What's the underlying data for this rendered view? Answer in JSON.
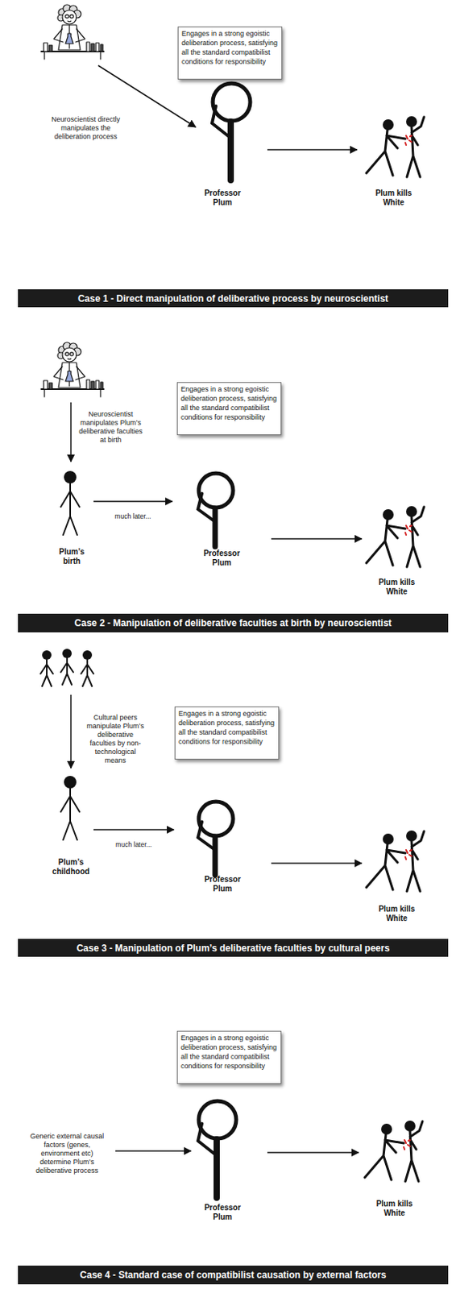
{
  "diagram": {
    "nodes": [
      {
        "text": [
          "Engages in a strong egoistic deliberation process, satisfying all the standard compatibilist conditions for responsibility"
        ]
      },
      {
        "text": [
          "Professor Plum"
        ]
      },
      {
        "text": [
          "Plum kills White"
        ]
      },
      {
        "text": [
          "Case 1 - Direct manipulation of deliberative process by neuroscientist"
        ]
      },
      {
        "text": [
          "Engages in a strong egoistic deliberation process, satisfying all the standard compatibilist conditions for responsibility"
        ]
      },
      {
        "text": [
          "Plum’s birth"
        ]
      },
      {
        "text": [
          "Professor Plum"
        ]
      },
      {
        "text": [
          "Plum kills White"
        ]
      },
      {
        "text": [
          "Case 2 - Manipulation of deliberative faculties at birth by neuroscientist"
        ]
      },
      {
        "text": [
          "Engages in a strong egoistic deliberation process, satisfying all the standard compatibilist conditions for responsibility"
        ]
      },
      {
        "text": [
          "Plum’s childhood"
        ]
      },
      {
        "text": [
          "Professor Plum"
        ]
      },
      {
        "text": [
          "Plum kills White"
        ]
      },
      {
        "text": [
          "Case 3 - Manipulation of Plum’s deliberative faculties by cultural peers"
        ]
      },
      {
        "text": [
          "Engages in a strong egoistic deliberation process, satisfying all the standard compatibilist conditions for responsibility"
        ]
      },
      {
        "text": [
          "Professor Plum"
        ]
      },
      {
        "text": [
          "Plum kills White"
        ]
      },
      {
        "text": [
          "Case 4 - Standard case of compatibilist causation by external factors"
        ]
      }
    ],
    "edges": [
      {
        "from": 1,
        "to": 2,
        "arrow": "to"
      },
      {
        "from": 5,
        "to": 6,
        "label": "much later...",
        "arrow": "to"
      },
      {
        "from": 6,
        "to": 7,
        "arrow": "to"
      },
      {
        "from": 10,
        "to": 11,
        "label": "much later...",
        "arrow": "to"
      },
      {
        "from": 11,
        "to": 12,
        "arrow": "to"
      },
      {
        "from": 15,
        "to": 16,
        "arrow": "to"
      }
    ],
    "labels": [
      "Neuroscientist directly manipulates the deliberation process",
      "Neuroscientist manipulates Plum’s deliberative faculties at birth",
      "Cultural peers manipulate Plum’s deliberative faculties by non-technological means",
      "Generic external causal factors (genes, environment etc) determine Plum’s deliberative process"
    ]
  }
}
